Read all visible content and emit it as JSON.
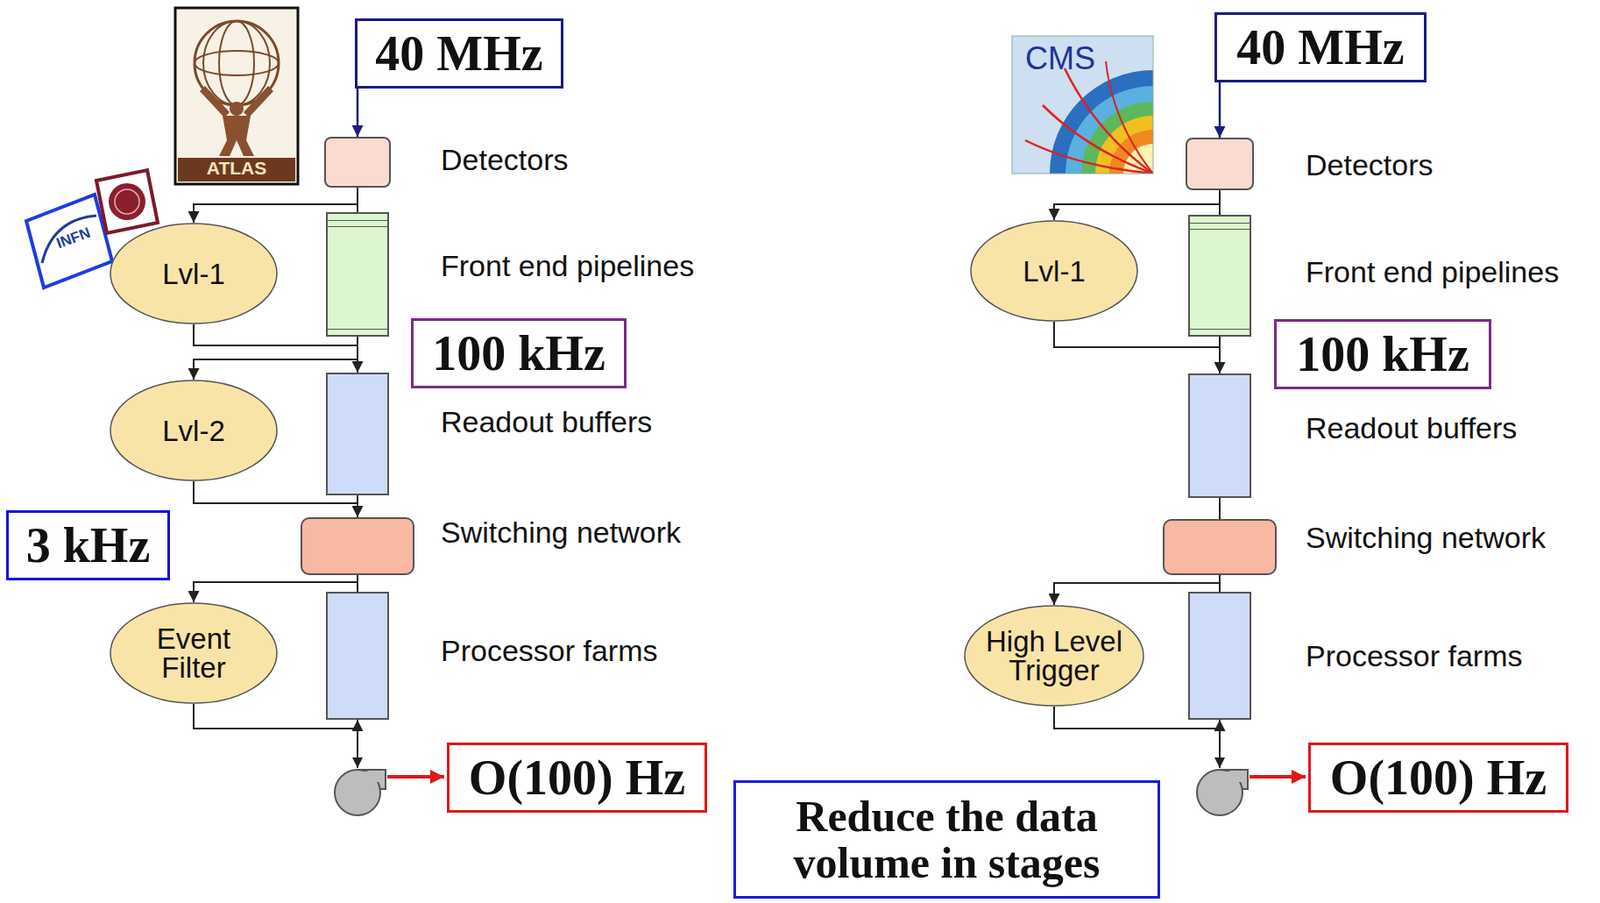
{
  "diagram": {
    "nodes": [
      {
        "text": [
          "40 MHz"
        ]
      },
      {
        "text": [
          "Detectors"
        ]
      },
      {
        "text": [
          "Front end pipelines"
        ]
      },
      {
        "text": [
          "Lvl-1"
        ]
      },
      {
        "text": [
          "100 kHz"
        ]
      },
      {
        "text": [
          "Readout buffers"
        ]
      },
      {
        "text": [
          "Lvl-2"
        ]
      },
      {
        "text": [
          "3 kHz"
        ]
      },
      {
        "text": [
          "Switching network"
        ]
      },
      {
        "text": [
          "Event Filter"
        ]
      },
      {
        "text": [
          "Processor farms"
        ]
      },
      {
        "text": [
          "O(100) Hz"
        ]
      },
      {
        "text": [
          "40 MHz"
        ]
      },
      {
        "text": [
          "Detectors"
        ]
      },
      {
        "text": [
          "Front end pipelines"
        ]
      },
      {
        "text": [
          "Lvl-1"
        ]
      },
      {
        "text": [
          "100 kHz"
        ]
      },
      {
        "text": [
          "Readout buffers"
        ]
      },
      {
        "text": [
          "Switching network"
        ]
      },
      {
        "text": [
          "High Level Trigger"
        ]
      },
      {
        "text": [
          "Processor farms"
        ]
      },
      {
        "text": [
          "O(100) Hz"
        ]
      },
      {
        "text": [
          "Reduce the data volume in stages"
        ]
      }
    ],
    "edges": [
      {
        "from": 0,
        "to": 1,
        "arrow": "to"
      },
      {
        "from": 1,
        "to": 2,
        "arrow": "none"
      },
      {
        "from": 2,
        "to": 5,
        "arrow": "none"
      },
      {
        "from": 5,
        "to": 8,
        "arrow": "none"
      },
      {
        "from": 8,
        "to": 10,
        "arrow": "none"
      },
      {
        "from": 2,
        "to": 3,
        "arrow": "to"
      },
      {
        "from": 3,
        "to": 5,
        "arrow": "to"
      },
      {
        "from": 5,
        "to": 6,
        "arrow": "to"
      },
      {
        "from": 6,
        "to": 8,
        "arrow": "to"
      },
      {
        "from": 10,
        "to": 9,
        "arrow": "to"
      },
      {
        "from": 9,
        "to": 10,
        "arrow": "to"
      },
      {
        "from": 12,
        "to": 13,
        "arrow": "to"
      },
      {
        "from": 13,
        "to": 14,
        "arrow": "none"
      },
      {
        "from": 14,
        "to": 17,
        "arrow": "none"
      },
      {
        "from": 17,
        "to": 18,
        "arrow": "none"
      },
      {
        "from": 18,
        "to": 20,
        "arrow": "none"
      },
      {
        "from": 14,
        "to": 15,
        "arrow": "to"
      },
      {
        "from": 15,
        "to": 17,
        "arrow": "to"
      },
      {
        "from": 20,
        "to": 19,
        "arrow": "to"
      },
      {
        "from": 19,
        "to": 20,
        "arrow": "to"
      }
    ],
    "labels": [
      "ATLAS",
      "INFN",
      "CMS"
    ]
  }
}
